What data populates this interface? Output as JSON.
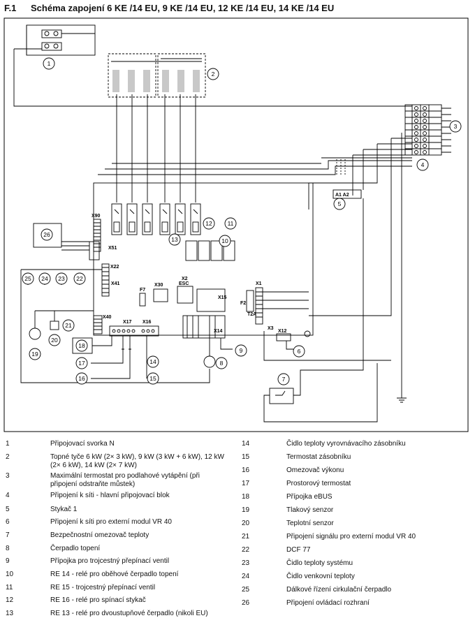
{
  "section_number": "F.1",
  "title": "Schéma zapojení 6 KE /14 EU, 9 KE /14 EU, 12 KE /14 EU, 14 KE /14 EU",
  "callouts": [
    "1",
    "2",
    "3",
    "4",
    "5",
    "6",
    "7",
    "8",
    "9",
    "10",
    "11",
    "12",
    "13",
    "14",
    "15",
    "16",
    "17",
    "18",
    "19",
    "20",
    "21",
    "22",
    "23",
    "24",
    "25",
    "26"
  ],
  "board_labels": {
    "x90": "X90",
    "x51": "X51",
    "x22": "X22",
    "x41": "X41",
    "x40": "X40",
    "x30": "X30",
    "x2": "X2",
    "esc": "ESC",
    "x15": "X15",
    "x17": "X17",
    "x16": "X16",
    "x14": "X14",
    "f2": "F2",
    "x1": "X1",
    "t2a": "T2A",
    "x3": "X3",
    "x12": "X12",
    "f7": "F7",
    "a1a2": "A1 A2"
  },
  "legend": {
    "left": [
      {
        "num": "1",
        "text": "Připojovací svorka N"
      },
      {
        "num": "2",
        "text": "Topné tyče 6 kW (2× 3 kW), 9 kW (3 kW + 6 kW), 12 kW (2× 6 kW), 14 kW (2× 7 kW)"
      },
      {
        "num": "3",
        "text": "Maximální termostat pro podlahové vytápění (při připojení odstraňte můstek)"
      },
      {
        "num": "4",
        "text": "Připojení k síti - hlavní připojovací blok"
      },
      {
        "num": "5",
        "text": "Stykač 1"
      },
      {
        "num": "6",
        "text": "Připojení k síti pro externí modul VR 40"
      },
      {
        "num": "7",
        "text": "Bezpečnostní omezovač teploty"
      },
      {
        "num": "8",
        "text": "Čerpadlo topení"
      },
      {
        "num": "9",
        "text": "Přípojka pro trojcestný přepínací ventil"
      },
      {
        "num": "10",
        "text": "RE 14 - relé pro oběhové čerpadlo topení"
      },
      {
        "num": "11",
        "text": "RE 15 - trojcestný přepínací ventil"
      },
      {
        "num": "12",
        "text": "RE 16 - relé pro spínací stykač"
      },
      {
        "num": "13",
        "text": "RE 13 - relé pro dvoustupňové čerpadlo (nikoli EU)"
      }
    ],
    "right": [
      {
        "num": "14",
        "text": "Čidlo teploty vyrovnávacího zásobníku"
      },
      {
        "num": "15",
        "text": "Termostat zásobníku"
      },
      {
        "num": "16",
        "text": "Omezovač výkonu"
      },
      {
        "num": "17",
        "text": "Prostorový termostat"
      },
      {
        "num": "18",
        "text": "Přípojka eBUS"
      },
      {
        "num": "19",
        "text": "Tlakový senzor"
      },
      {
        "num": "20",
        "text": "Teplotní senzor"
      },
      {
        "num": "21",
        "text": "Připojení signálu pro externí modul VR 40"
      },
      {
        "num": "22",
        "text": "DCF 77"
      },
      {
        "num": "23",
        "text": "Čidlo teploty systému"
      },
      {
        "num": "24",
        "text": "Čidlo venkovní teploty"
      },
      {
        "num": "25",
        "text": "Dálkové řízení cirkulační čerpadlo"
      },
      {
        "num": "26",
        "text": "Připojení ovládací rozhraní"
      }
    ]
  }
}
